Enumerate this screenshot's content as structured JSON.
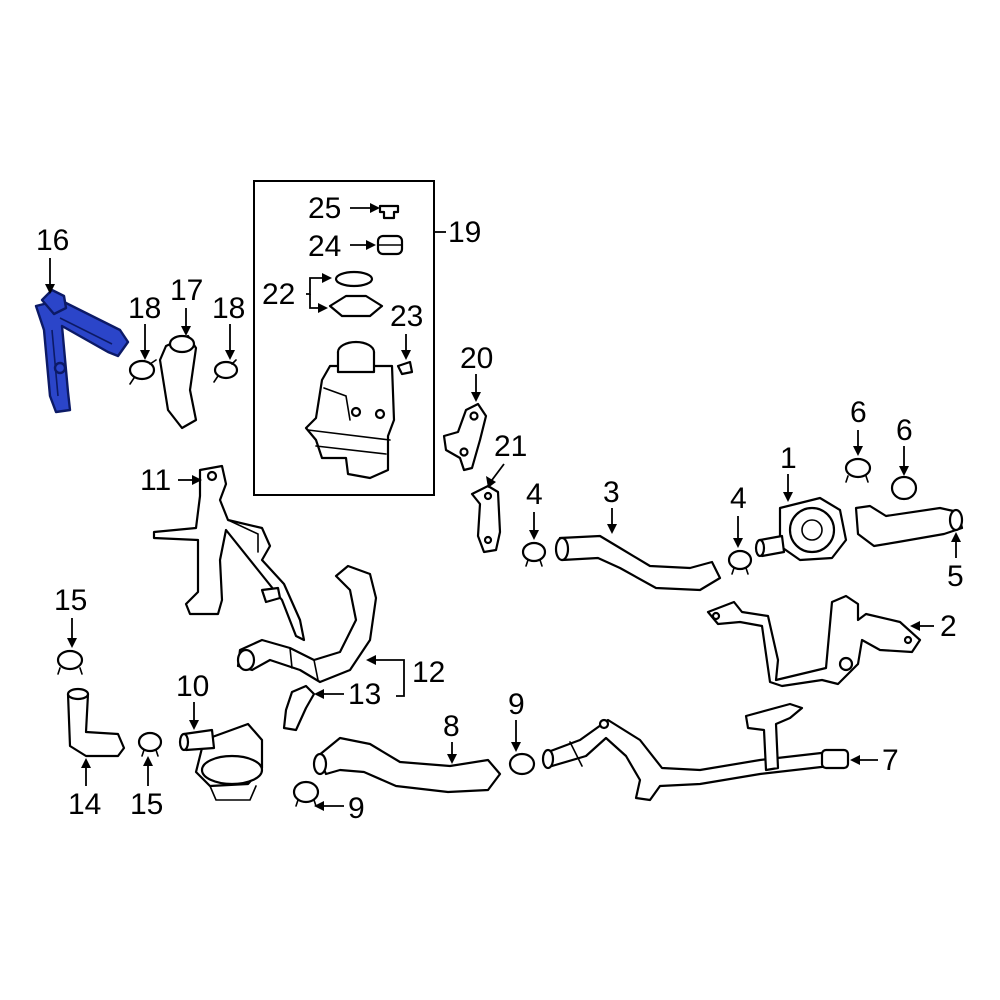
{
  "diagram": {
    "labels": {
      "p1": "1",
      "p2": "2",
      "p3": "3",
      "p4a": "4",
      "p4b": "4",
      "p5": "5",
      "p6a": "6",
      "p6b": "6",
      "p7": "7",
      "p8": "8",
      "p9a": "9",
      "p9b": "9",
      "p10": "10",
      "p11": "11",
      "p12": "12",
      "p13": "13",
      "p14": "14",
      "p15a": "15",
      "p15b": "15",
      "p16": "16",
      "p17": "17",
      "p18a": "18",
      "p18b": "18",
      "p19": "19",
      "p20": "20",
      "p21": "21",
      "p22": "22",
      "p23": "23",
      "p24": "24",
      "p25": "25"
    },
    "highlighted_part": "16",
    "highlight_color": "#2b45c9"
  }
}
